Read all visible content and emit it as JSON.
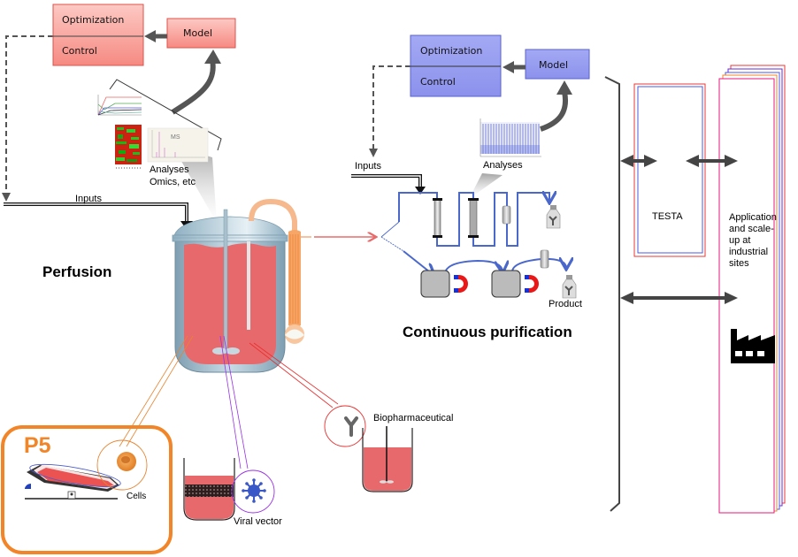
{
  "perfusion": {
    "title": "Perfusion",
    "control_box": {
      "optimization": "Optimization",
      "control": "Control"
    },
    "model_label": "Model",
    "inputs_label": "Inputs",
    "analyses_label": "Analyses",
    "omics_label": "Omics, etc",
    "ms_label": "MS",
    "colors": {
      "box_fill": "#f9a39d",
      "box_border": "#e0504a"
    }
  },
  "purification": {
    "title": "Continuous purification",
    "control_box": {
      "optimization": "Optimization",
      "control": "Control"
    },
    "model_label": "Model",
    "inputs_label": "Inputs",
    "analyses_label": "Analyses",
    "product_label": "Product",
    "colors": {
      "box_fill": "#979df0",
      "box_border": "#5a62d0"
    }
  },
  "outputs": {
    "cells_label": "Cells",
    "viral_vector_label": "Viral vector",
    "biopharmaceutical_label": "Biopharmaceutical",
    "p5_label": "P5"
  },
  "right_panel": {
    "testa_label": "TESTA",
    "industrial_lines": [
      "Application",
      "and scale-",
      "up at",
      "industrial",
      "sites"
    ]
  },
  "icons": {
    "factory": "factory-icon",
    "antibody": "antibody-icon",
    "virus": "virus-icon",
    "cell": "cell-icon",
    "magnet": "magnet-icon"
  }
}
